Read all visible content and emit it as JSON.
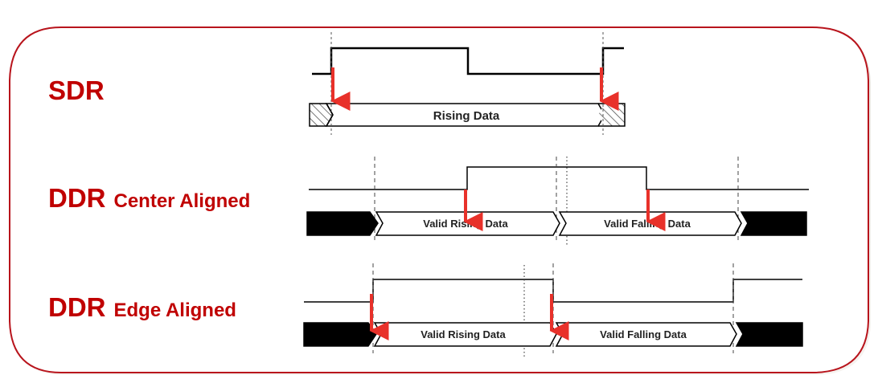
{
  "rows": {
    "sdr": {
      "main": "SDR",
      "sub": ""
    },
    "ddr_center": {
      "main": "DDR",
      "sub": "Center Aligned"
    },
    "ddr_edge": {
      "main": "DDR",
      "sub": "Edge Aligned"
    }
  },
  "sdr_data": {
    "label": "Rising Data"
  },
  "ddr_center_data": {
    "rising": "Valid Rising Data",
    "falling": "Valid Falling Data"
  },
  "ddr_edge_data": {
    "rising": "Valid Rising Data",
    "falling": "Valid Falling Data"
  },
  "colors": {
    "label": "#c00000",
    "arrow": "#e8312a",
    "frame": "#b8141c",
    "line": "#000000"
  }
}
